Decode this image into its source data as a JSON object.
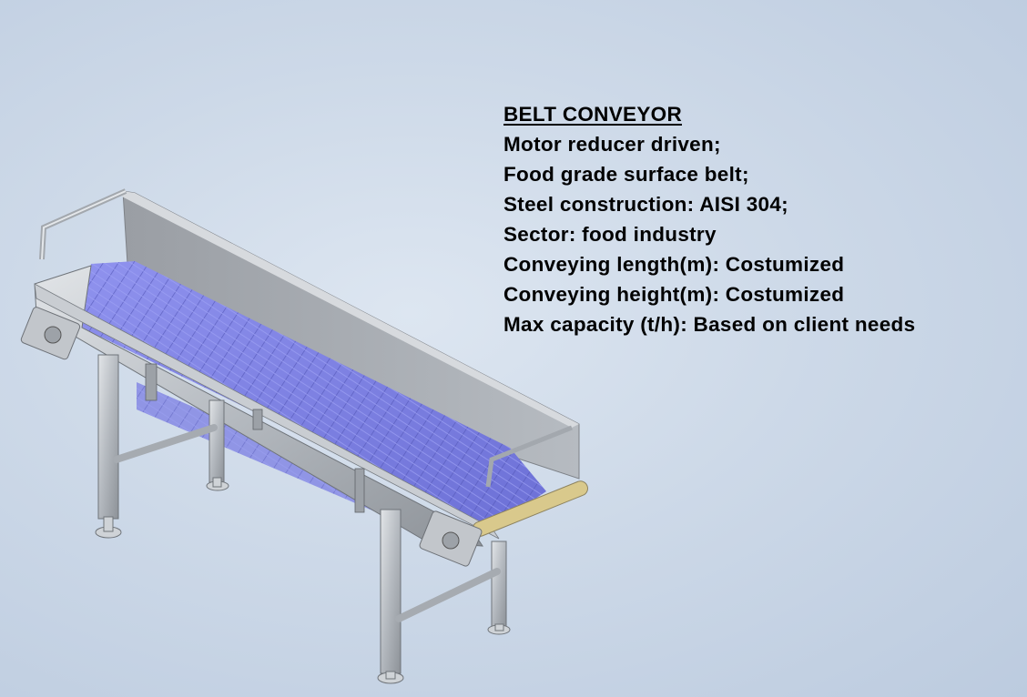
{
  "specs": {
    "title": "BELT CONVEYOR",
    "lines": [
      "Motor reducer driven;",
      "Food grade surface belt;",
      "Steel construction: AISI 304;",
      "Sector: food industry",
      "Conveying length(m): Costumized",
      "Conveying height(m): Costumized",
      "Max capacity (t/h): Based on client needs"
    ]
  },
  "colors": {
    "background": "#cdd9e8",
    "belt": "#7b7fe0",
    "steel": "#b9bec4",
    "text": "#000000"
  },
  "icons": {
    "machine": "belt-conveyor-illustration"
  }
}
